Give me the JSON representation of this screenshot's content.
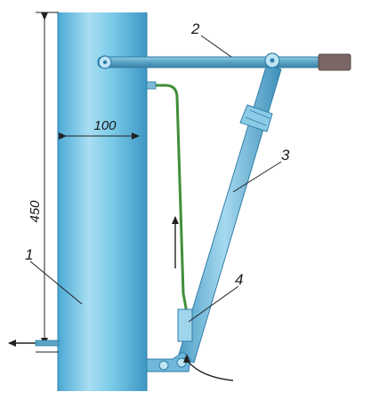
{
  "dimensions": {
    "height_label": "450",
    "width_label": "100"
  },
  "callouts": [
    {
      "id": "1",
      "label": "1"
    },
    {
      "id": "2",
      "label": "2"
    },
    {
      "id": "3",
      "label": "3"
    },
    {
      "id": "4",
      "label": "4"
    }
  ],
  "colors": {
    "pole": "#6ec3e4",
    "pole_highlight": "#a7dcf1",
    "pole_shadow": "#3a97c2",
    "lever": "#5aa3c4",
    "handle_grip": "#7a6665",
    "cable": "#3f8f3a",
    "dimension_lines": "#222222"
  },
  "icons": [
    "arrow-up-icon",
    "arrow-left-icon",
    "pivot-icon"
  ]
}
